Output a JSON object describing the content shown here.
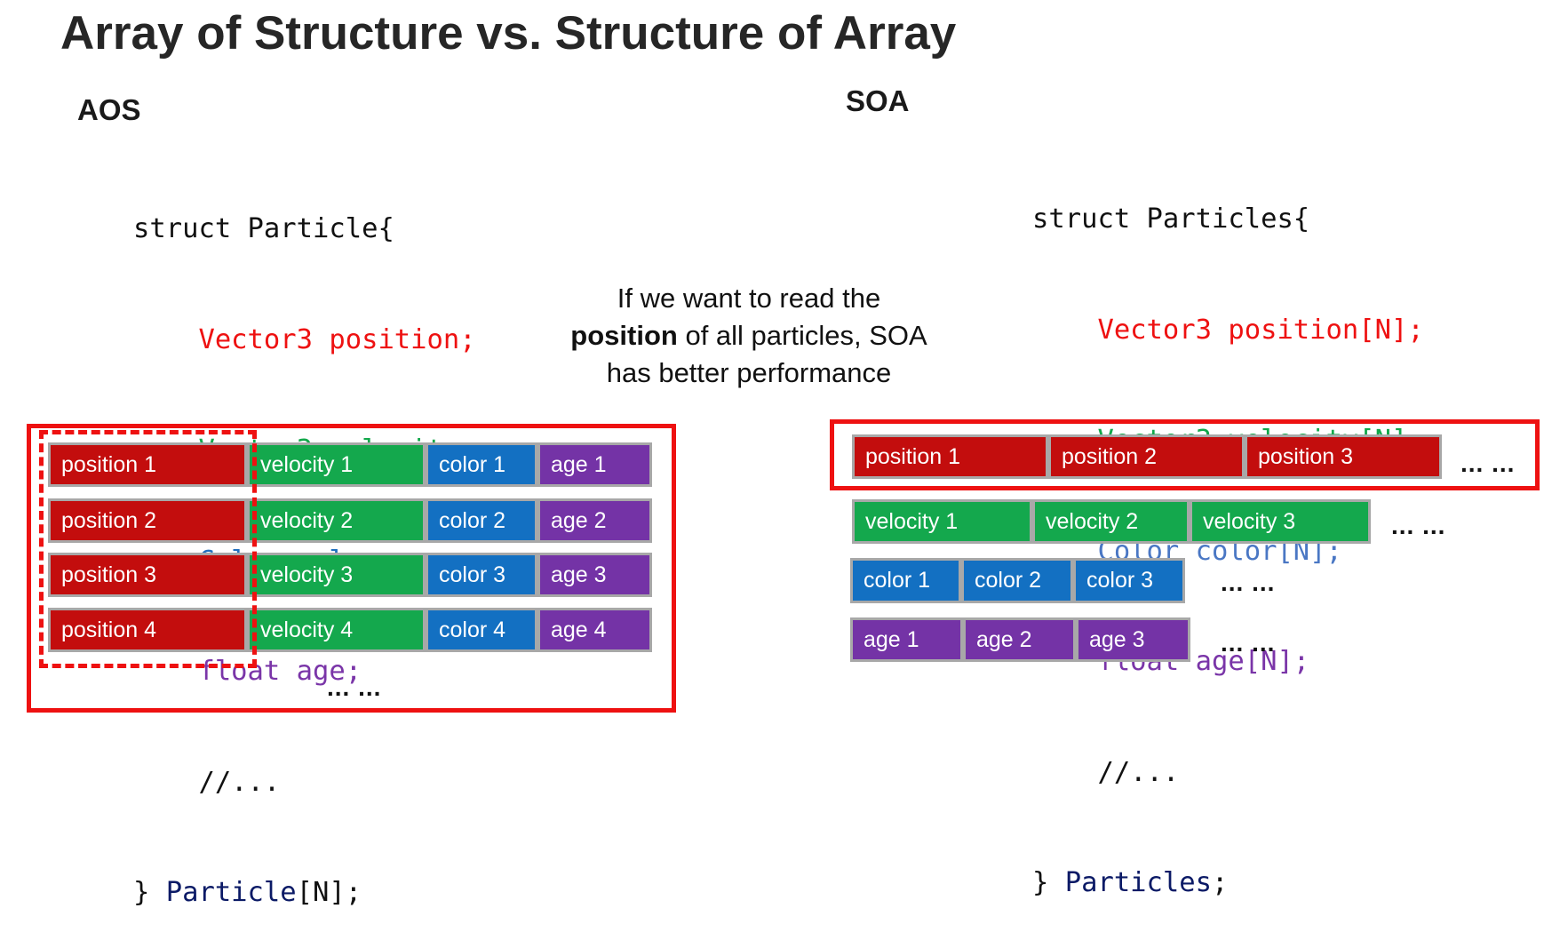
{
  "title": "Array of Structure vs. Structure of Array",
  "aos": {
    "label": "AOS",
    "code": {
      "open": "struct Particle{",
      "field_position": "    Vector3 position;",
      "field_velocity": "    Vector3 velocity;",
      "field_color": "    Color color;",
      "field_age": "    float age;",
      "comment": "    //...",
      "close_brace": "} ",
      "close_name": "Particle",
      "close_suffix": "[N];"
    },
    "rows": [
      [
        "position 1",
        "velocity 1",
        "color 1",
        "age 1"
      ],
      [
        "position 2",
        "velocity 2",
        "color 2",
        "age 2"
      ],
      [
        "position 3",
        "velocity 3",
        "color 3",
        "age 3"
      ],
      [
        "position 4",
        "velocity 4",
        "color 4",
        "age 4"
      ]
    ],
    "ellipsis": "... ..."
  },
  "soa": {
    "label": "SOA",
    "code": {
      "open": "struct Particles{",
      "field_position": "    Vector3 position[N];",
      "field_velocity": "    Vector3 velocity[N];",
      "field_color": "    Color color[N];",
      "field_age": "    float age[N];",
      "comment": "    //...",
      "close_brace": "} ",
      "close_name": "Particles",
      "close_suffix": ";"
    },
    "position_row": [
      "position 1",
      "position 2",
      "position 3"
    ],
    "velocity_row": [
      "velocity 1",
      "velocity 2",
      "velocity 3"
    ],
    "color_row": [
      "color 1",
      "color 2",
      "color 3"
    ],
    "age_row": [
      "age 1",
      "age 2",
      "age 3"
    ],
    "ellipsis": "... ..."
  },
  "note": {
    "line1": "If we want to read the",
    "bold": "position",
    "line2_rest": " of all particles, SOA",
    "line3": "has better performance"
  },
  "colors": {
    "position": "#c30d0d",
    "velocity": "#14a84d",
    "color": "#1370c2",
    "age": "#7433a6",
    "highlight": "#ee1111"
  }
}
